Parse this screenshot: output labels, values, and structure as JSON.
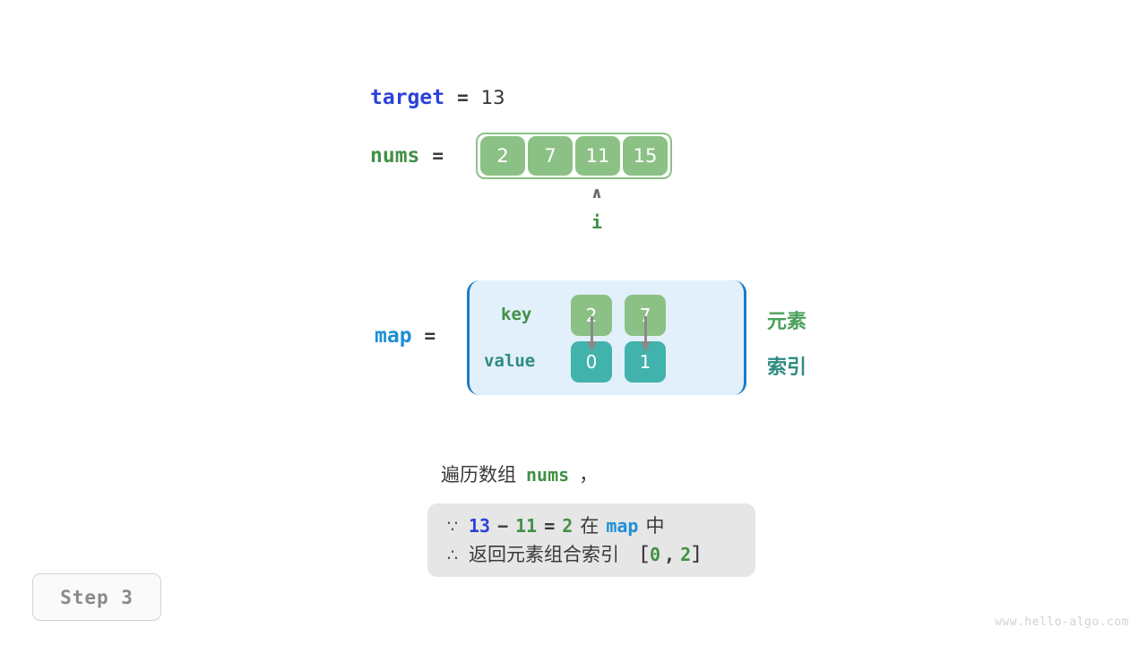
{
  "target": {
    "name": "target",
    "equals": "=",
    "value": "13"
  },
  "nums": {
    "name": "nums",
    "equals": "=",
    "cells": [
      "2",
      "7",
      "11",
      "15"
    ],
    "pointer": {
      "caret": "∧",
      "label": "i",
      "index": 2
    }
  },
  "map": {
    "name": "map",
    "equals": "=",
    "key_label": "key",
    "value_label": "value",
    "keys": [
      "2",
      "7"
    ],
    "values": [
      "0",
      "1"
    ],
    "side_labels": {
      "element": "元素",
      "index": "索引"
    }
  },
  "caption": {
    "prefix": "遍历数组",
    "var": "nums",
    "suffix": "，"
  },
  "conclusion": {
    "line1": {
      "symbol": "∵",
      "a": "13",
      "minus": "−",
      "b": "11",
      "eq": "=",
      "c": "2",
      "mid": "在",
      "map": "map",
      "tail": "中"
    },
    "line2": {
      "symbol": "∴",
      "text": "返回元素组合索引",
      "bracket_open": "［",
      "i0": "0",
      "comma": ",",
      "i1": "2",
      "bracket_close": "］"
    }
  },
  "step_badge": "Step 3",
  "watermark": "www.hello-algo.com",
  "colors": {
    "blue_var": "#2C41D8",
    "light_blue_var": "#1E8FD5",
    "green_var": "#429046",
    "teal_var": "#2E8B82",
    "cell_green": "#8CC185",
    "cell_teal": "#41B2AC",
    "map_bg": "#E2F0FB",
    "map_border": "#1E7BC4",
    "box_gray": "#E6E6E6",
    "arrow_gray": "#8A8A8A"
  }
}
